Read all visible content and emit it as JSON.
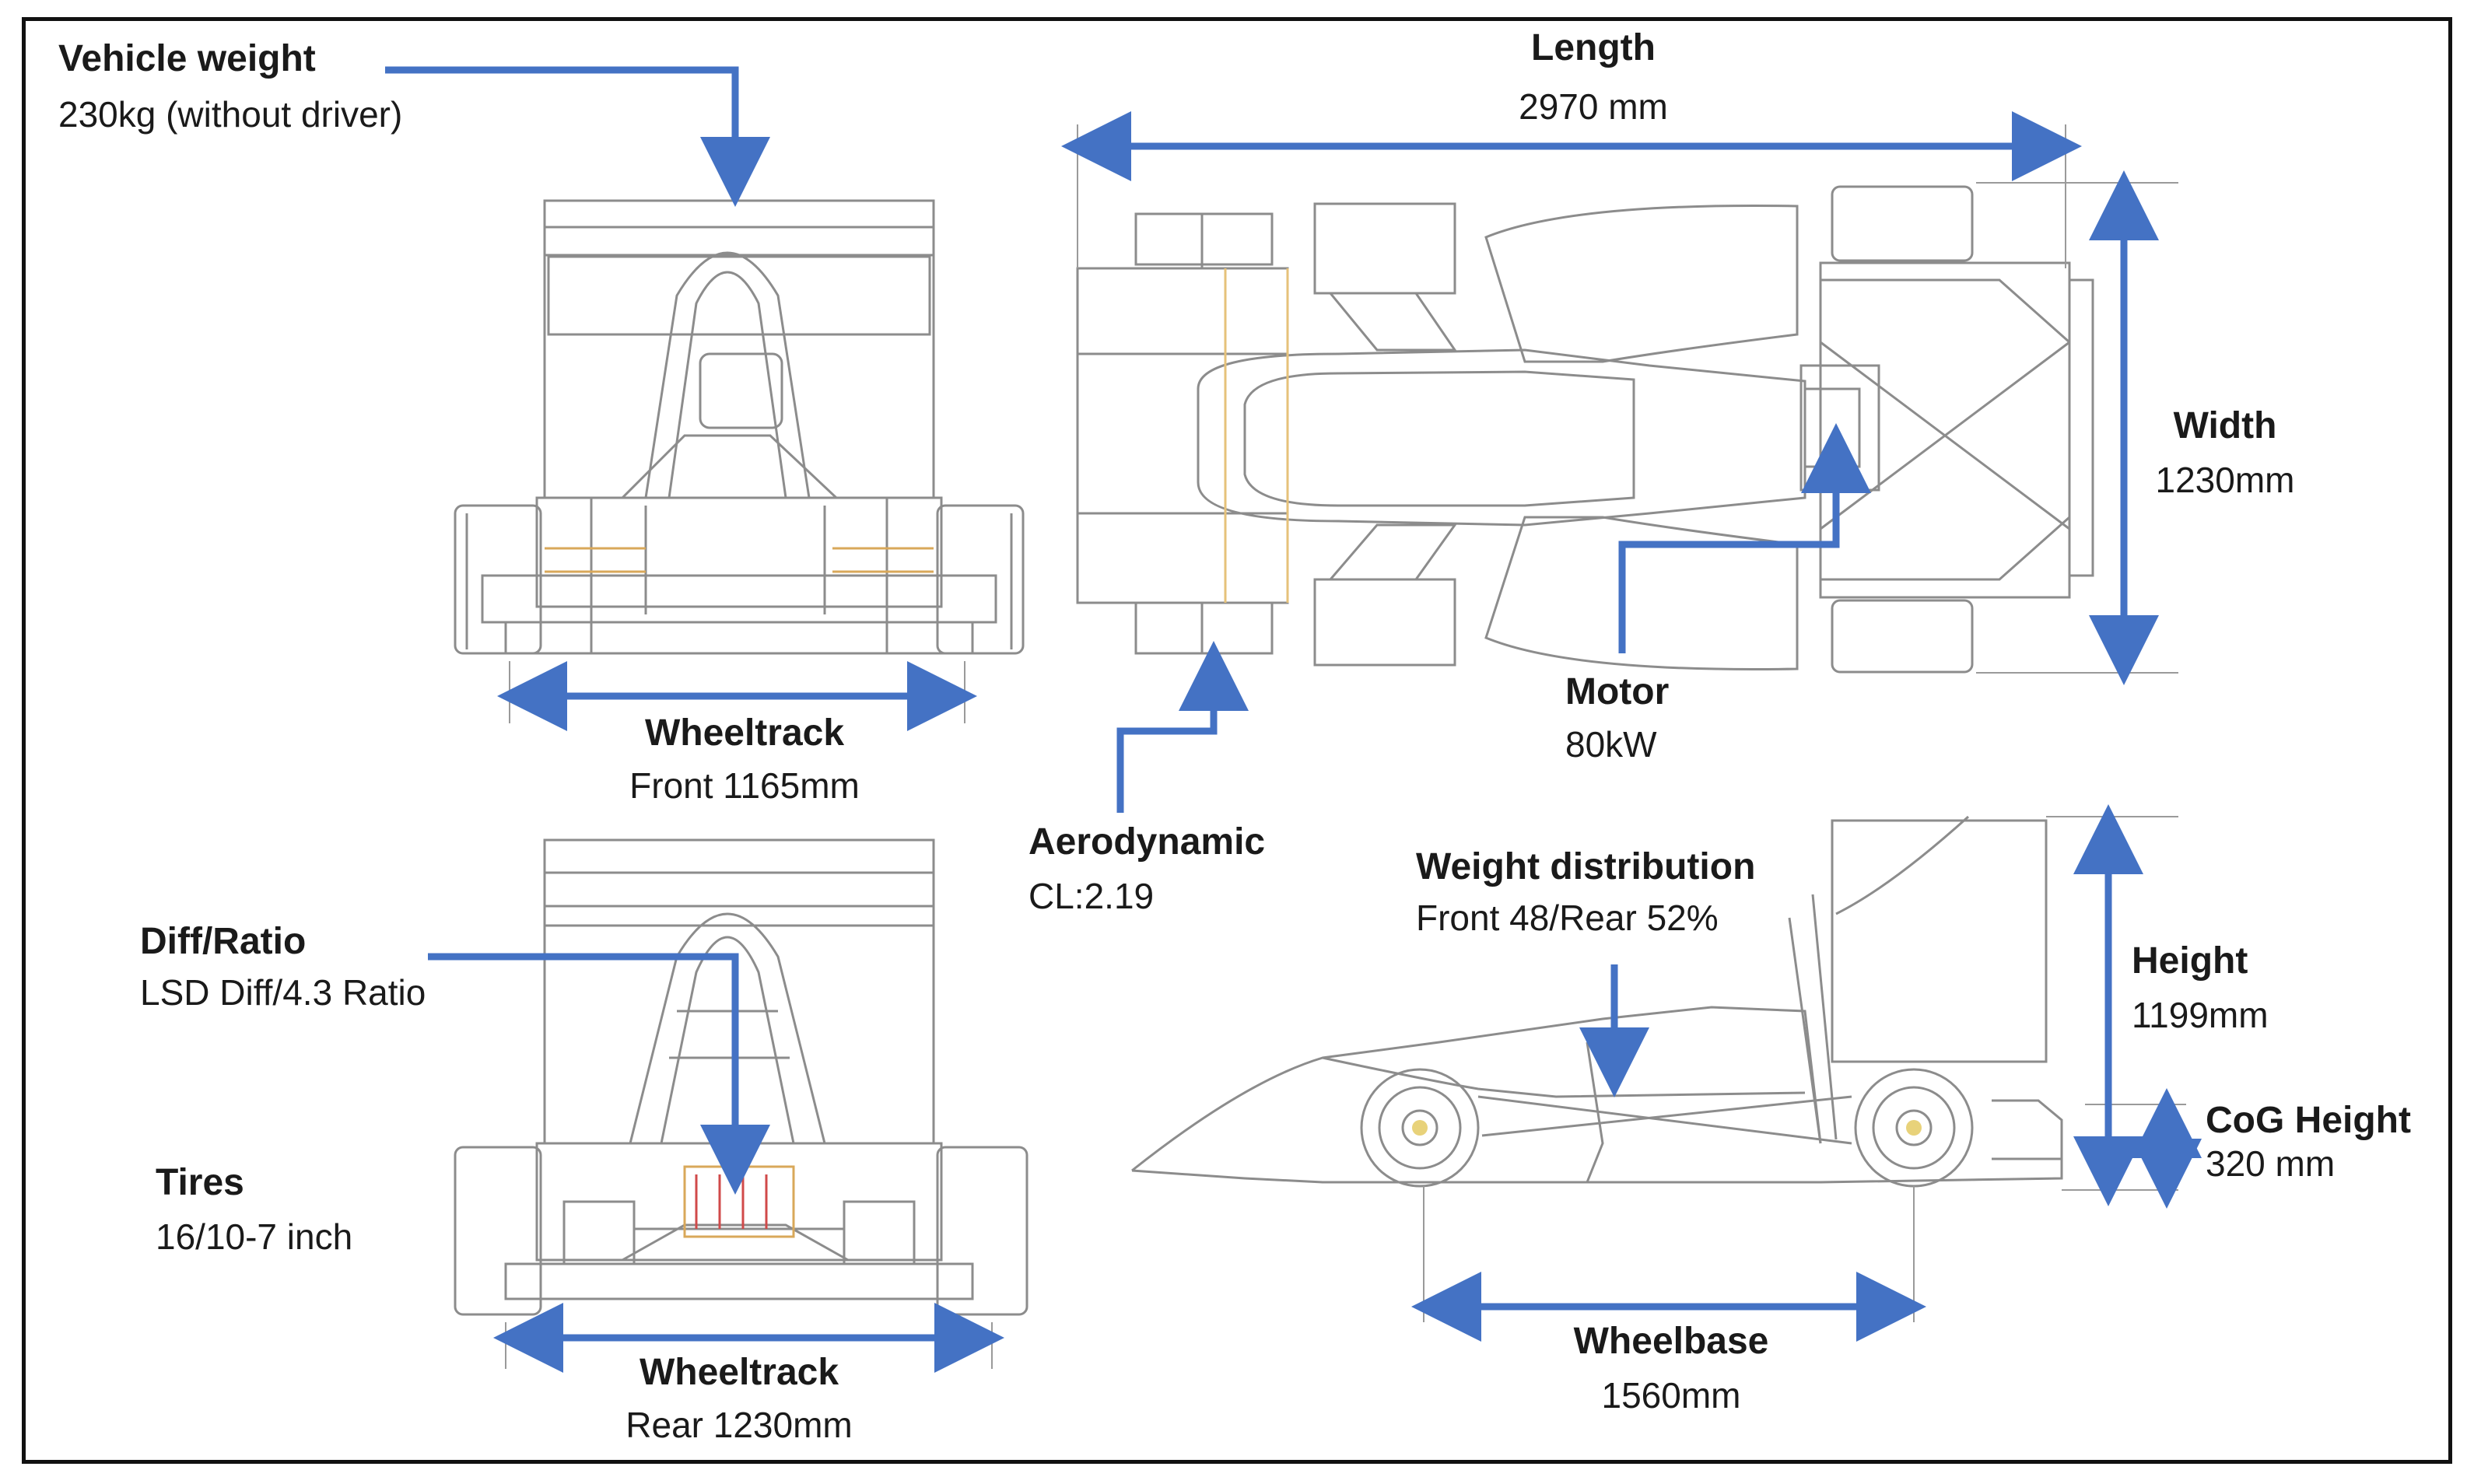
{
  "colors": {
    "arrow": "#4472c4",
    "line": "#8c8c8c",
    "accent": "#d9a85a",
    "frame": "#111111"
  },
  "annotations": {
    "vehicle_weight": {
      "title": "Vehicle weight",
      "value": "230kg (without driver)"
    },
    "length": {
      "title": "Length",
      "value": "2970 mm"
    },
    "width": {
      "title": "Width",
      "value": "1230mm"
    },
    "motor": {
      "title": "Motor",
      "value": "80kW"
    },
    "wheeltrack_front": {
      "title": "Wheeltrack",
      "value": "Front 1165mm"
    },
    "aerodynamic": {
      "title": "Aerodynamic",
      "value": "CL:2.19"
    },
    "weight_distribution": {
      "title": "Weight distribution",
      "value": "Front 48/Rear 52%"
    },
    "diff_ratio": {
      "title": "Diff/Ratio",
      "value": "LSD Diff/4.3 Ratio"
    },
    "height": {
      "title": "Height",
      "value": "1199mm"
    },
    "cog_height": {
      "title": "CoG Height",
      "value": "320 mm"
    },
    "tires": {
      "title": "Tires",
      "value": "16/10-7 inch"
    },
    "wheeltrack_rear": {
      "title": "Wheeltrack",
      "value": "Rear 1230mm"
    },
    "wheelbase": {
      "title": "Wheelbase",
      "value": "1560mm"
    }
  }
}
